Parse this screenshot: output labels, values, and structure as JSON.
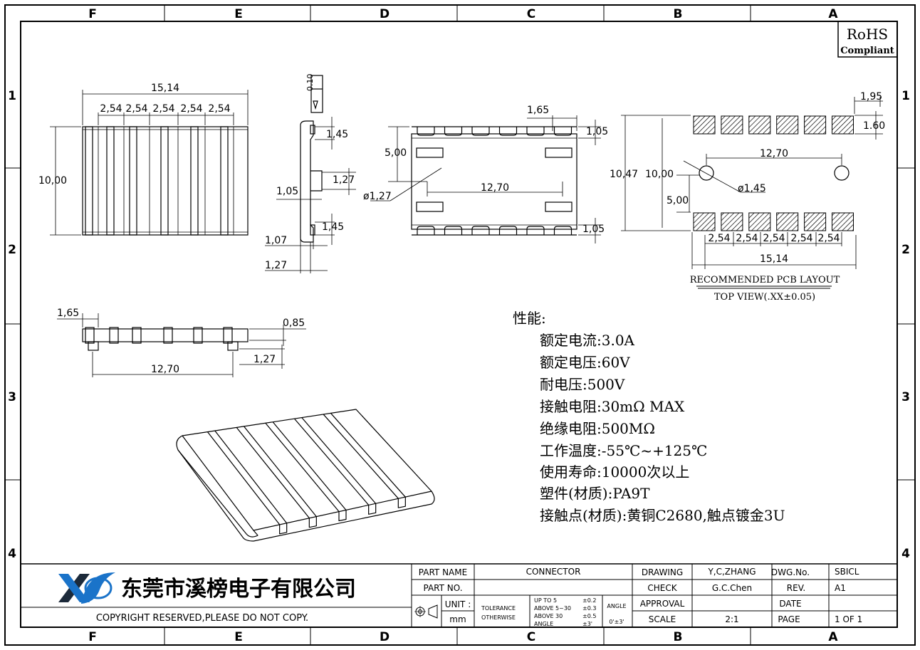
{
  "zones": {
    "columns": [
      "F",
      "E",
      "D",
      "C",
      "B",
      "A"
    ],
    "rows": [
      "1",
      "2",
      "3",
      "4"
    ]
  },
  "rohs": {
    "line1": "RoHS",
    "line2": "Compliant"
  },
  "dims": {
    "front_width": "15,14",
    "front_pitch": "2,54",
    "front_height": "10,00",
    "side_flatness": "0.10",
    "side_145": "1,45",
    "side_127": "1,27",
    "side_105": "1,05",
    "side_107": "1,07",
    "side_127_bottom": "1,27",
    "top_165": "1,65",
    "top_105": "1,05",
    "top_500": "5,00",
    "top_1270": "12,70",
    "top_dia": "ø1,27",
    "pcb_195": "1,95",
    "pcb_160": "1.60",
    "pcb_1047": "10,47",
    "pcb_1000": "10,00",
    "pcb_1270": "12,70",
    "pcb_dia": "ø1,45",
    "pcb_500": "5,00",
    "pcb_pitch": "2,54",
    "pcb_1514": "15,14",
    "bot_165": "1,65",
    "bot_085": "0,85",
    "bot_127": "1,27",
    "bot_1270": "12,70"
  },
  "pcb_caption": {
    "line1": "RECOMMENDED PCB LAYOUT",
    "line2": "TOP VIEW(.XX±0.05)"
  },
  "specs": {
    "heading": "性能:",
    "items": [
      "额定电流:3.0A",
      "额定电压:60V",
      "耐电压:500V",
      "接触电阻:30mΩ  MAX",
      "绝缘电阻:500MΩ",
      "工作温度:-55℃~+125℃",
      "使用寿命:10000次以上",
      "塑件(材质):PA9T",
      "接触点(材质):黄铜C2680,触点镀金3U"
    ]
  },
  "title_block": {
    "company": "东莞市溪榜电子有限公司",
    "copyright": "COPYRIGHT RESERVED,PLEASE DO NOT COPY.",
    "part_name_label": "PART NAME",
    "part_name": "CONNECTOR",
    "part_no_label": "PART NO.",
    "unit_label": "UNIT :",
    "unit": "mm",
    "tolerance_label": "TOLERANCE",
    "otherwise_label": "OTHERWISE",
    "tol_rows": [
      {
        "range": "UP TO 5",
        "value": "±0.2"
      },
      {
        "range": "ABOVE 5~30",
        "value": "±0.3"
      },
      {
        "range": "ABOVE 30",
        "value": "±0.5"
      },
      {
        "range": "ANGLE",
        "value": "±3'"
      }
    ],
    "angle_label": "ANGLE",
    "angle_value": "0'±3'",
    "drawing_label": "DRAWING",
    "drawing_value": "Y,C,ZHANG",
    "check_label": "CHECK",
    "check_value": "G.C.Chen",
    "approval_label": "APPROVAL",
    "scale_label": "SCALE",
    "scale_value": "2:1",
    "dwg_label": "DWG.No.",
    "dwg_value": "SBICL",
    "rev_label": "REV.",
    "rev_value": "A1",
    "date_label": "DATE",
    "page_label": "PAGE",
    "page_value": "1  OF  1"
  },
  "colors": {
    "line": "#000000",
    "logo_blue": "#1a73c9",
    "logo_dark": "#1c2a3a"
  }
}
